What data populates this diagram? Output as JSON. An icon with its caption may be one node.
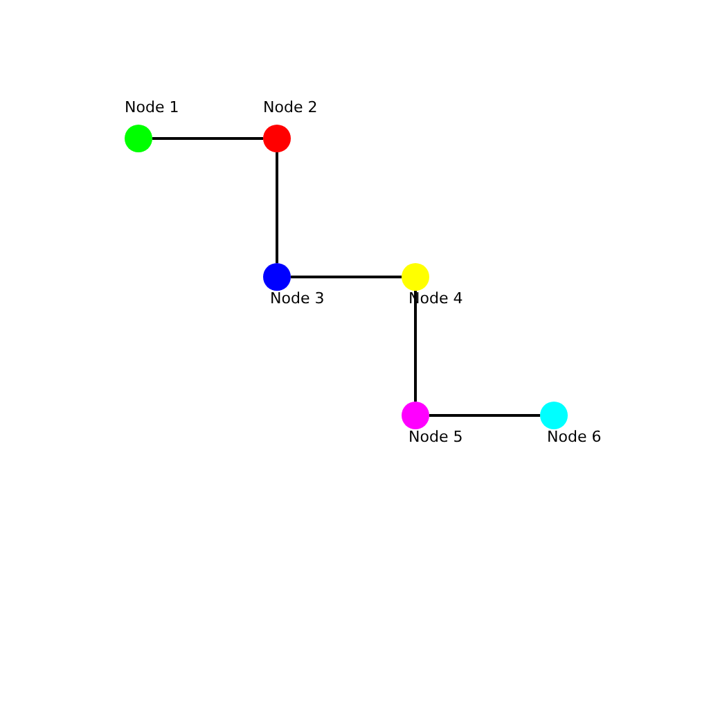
{
  "diagram": {
    "nodes": [
      {
        "text": [
          "Node 1"
        ]
      },
      {
        "text": [
          "Node 2"
        ]
      },
      {
        "text": [
          "Node 3"
        ]
      },
      {
        "text": [
          "Node 4"
        ]
      },
      {
        "text": [
          "Node 5"
        ]
      },
      {
        "text": [
          "Node 6"
        ]
      }
    ],
    "edges": [
      {
        "from": 0,
        "to": 1,
        "arrow": "none"
      },
      {
        "from": 1,
        "to": 2,
        "arrow": "none"
      },
      {
        "from": 2,
        "to": 3,
        "arrow": "none"
      },
      {
        "from": 3,
        "to": 4,
        "arrow": "none"
      },
      {
        "from": 4,
        "to": 5,
        "arrow": "none"
      }
    ]
  }
}
